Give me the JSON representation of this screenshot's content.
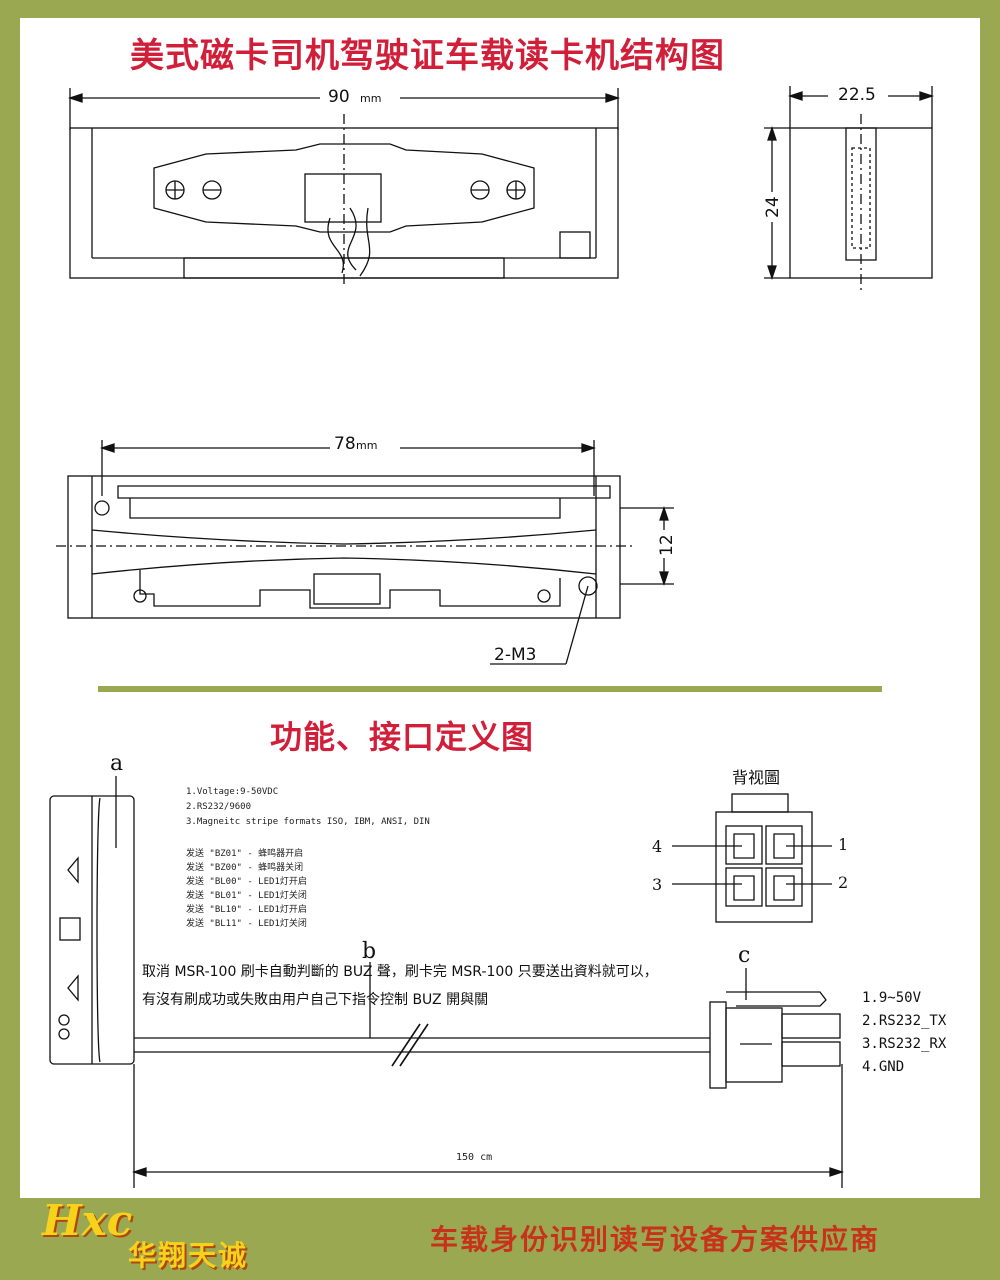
{
  "title_main": "美式磁卡司机驾驶证车载读卡机结构图",
  "title_sub": "功能、接口定义图",
  "dims": {
    "width_top": "90",
    "width_top_unit": "mm",
    "depth": "22.5",
    "height": "24",
    "width_bottom": "78",
    "width_bottom_unit": "mm",
    "slot": "12",
    "screw": "2-M3"
  },
  "spec_lines": [
    "1.Voltage:9-50VDC",
    "2.RS232/9600",
    "3.Magneitc stripe formats ISO, IBM, ANSI, DIN"
  ],
  "command_lines": [
    "发送 \"BZ01\"  - 蜂鸣器开启",
    "发送 \"BZ00\"  - 蜂鸣器关闭",
    "发送 \"BL00\"  - LED1灯开启",
    "发送 \"BL01\"  - LED1灯关闭",
    "发送 \"BL10\"  - LED1灯开启",
    "发送 \"BL11\"  - LED1灯关闭"
  ],
  "notes": [
    "取消 MSR-100 刷卡自動判斷的 BUZ 聲，刷卡完 MSR-100 只要送出資料就可以，",
    "有沒有刷成功或失敗由用户自己下指令控制 BUZ 開與關"
  ],
  "labels": {
    "a": "a",
    "b": "b",
    "c": "c"
  },
  "back_view": {
    "title": "背视圖",
    "pins": [
      "4",
      "1",
      "3",
      "2"
    ]
  },
  "pinout": [
    "1.9~50V",
    "2.RS232_TX",
    "3.RS232_RX",
    "4.GND"
  ],
  "cable_length": "150 cm",
  "logo": {
    "script": "Hxc",
    "name": "华翔天诚"
  },
  "slogan": "车载身份识别读写设备方案供应商",
  "colors": {
    "frame": "#9aa951",
    "title": "#d11f3a",
    "logo": "#f7d21b",
    "slogan": "#c7321b"
  }
}
